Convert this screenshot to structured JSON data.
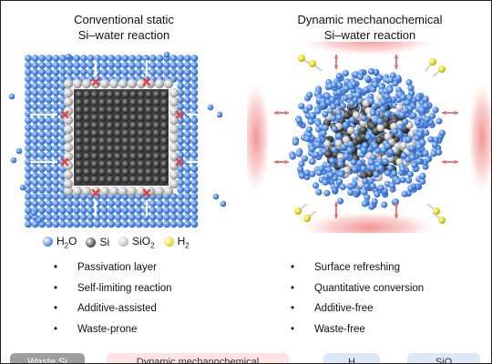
{
  "left_title": {
    "line1": "Conventional static",
    "line2": "Si–water reaction"
  },
  "right_title": {
    "line1": "Dynamic mechanochemical",
    "line2": "Si–water reaction"
  },
  "legend": [
    {
      "label": "H",
      "sub": "2",
      "suffix": "O",
      "color": "#5b95e6"
    },
    {
      "label": "Si",
      "sub": "",
      "suffix": "",
      "color": "#555555"
    },
    {
      "label": "SiO",
      "sub": "2",
      "suffix": "",
      "color": "#c8c8c8"
    },
    {
      "label": "H",
      "sub": "2",
      "suffix": "",
      "color": "#e9e23a"
    }
  ],
  "left_bullets": [
    "Passivation layer",
    "Self-limiting reaction",
    "Additive-assisted",
    "Waste-prone"
  ],
  "right_bullets": [
    "Surface refreshing",
    "Quantitative conversion",
    "Additive-free",
    "Waste-free"
  ],
  "bottom_labels": [
    "Waste Si",
    "Dynamic mechanochemical",
    "H",
    "SiO"
  ],
  "colors": {
    "water": "#5b95e6",
    "silicon": "#555555",
    "silica": "#c8c8c8",
    "hydrogen": "#e9e23a",
    "red_arrow": "#e06a6a",
    "white_arrow": "#ffffff",
    "glow": "#f6a3a3"
  }
}
